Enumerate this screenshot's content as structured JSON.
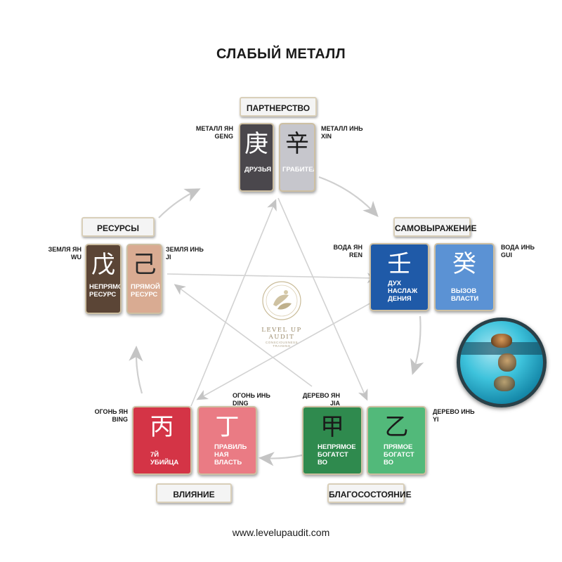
{
  "title": "СЛАБЫЙ МЕТАЛЛ",
  "footer_url": "www.levelupaudit.com",
  "logo": {
    "name": "LEVEL UP AUDIT",
    "subtitle": "CONSCIOUSNESS TRAINING"
  },
  "groups": {
    "partnership": "ПАРТНЕРСТВО",
    "expression": "САМОВЫРАЖЕНИЕ",
    "wealth": "БЛАГОСОСТОЯНИЕ",
    "influence": "ВЛИЯНИЕ",
    "resources": "РЕСУРСЫ"
  },
  "stems": {
    "geng": {
      "glyph": "庚",
      "label_line1": "МЕТАЛЛ ЯН",
      "label_line2": "GENG",
      "desc": "ДРУЗЬЯ",
      "color": "#4a474c"
    },
    "xin": {
      "glyph": "辛",
      "label_line1": "МЕТАЛЛ ИНЬ",
      "label_line2": "XIN",
      "desc": "ГРАБИТЕЛИ",
      "color": "#c6c6cc"
    },
    "ren": {
      "glyph": "壬",
      "label_line1": "ВОДА ЯН",
      "label_line2": "REN",
      "desc": "ДУХ НАСЛАЖ ДЕНИЯ",
      "color": "#1f5aa8"
    },
    "gui": {
      "glyph": "癸",
      "label_line1": "ВОДА ИНЬ",
      "label_line2": "GUI",
      "desc": "ВЫЗОВ ВЛАСТИ",
      "color": "#5b92d4"
    },
    "jia": {
      "glyph": "甲",
      "label_line1": "ДЕРЕВО ЯН",
      "label_line2": "JIA",
      "desc": "НЕПРЯМОЕ БОГАТСТ ВО",
      "color": "#2f8a4e"
    },
    "yi": {
      "glyph": "乙",
      "label_line1": "ДЕРЕВО ИНЬ",
      "label_line2": "YI",
      "desc": "ПРЯМОЕ БОГАТСТ ВО",
      "color": "#52b97a"
    },
    "bing": {
      "glyph": "丙",
      "label_line1": "ОГОНЬ ЯН",
      "label_line2": "BING",
      "desc": "7Й УБИЙЦА",
      "color": "#d43446"
    },
    "ding": {
      "glyph": "丁",
      "label_line1": "ОГОНЬ ИНЬ",
      "label_line2": "DING",
      "desc": "ПРАВИЛЬ НАЯ ВЛАСТЬ",
      "color": "#ea7b84"
    },
    "wu": {
      "glyph": "戊",
      "label_line1": "ЗЕМЛЯ ЯН",
      "label_line2": "WU",
      "desc": "НЕПРЯМОЙ РЕСУРС",
      "color": "#5b4536"
    },
    "ji": {
      "glyph": "己",
      "label_line1": "ЗЕМЛЯ ИНЬ",
      "label_line2": "JI",
      "desc": "ПРЯМОЙ РЕСУРС",
      "color": "#d9ab92"
    }
  }
}
